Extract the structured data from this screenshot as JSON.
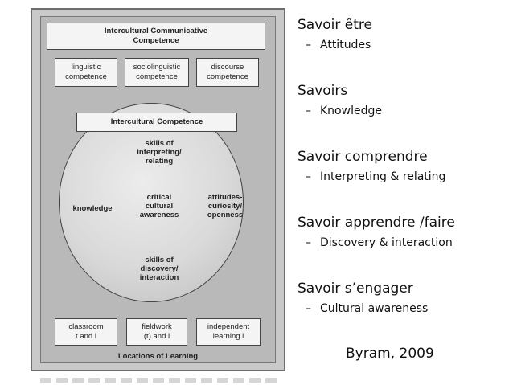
{
  "diagram": {
    "top_box": "Intercultural Communicative\nCompetence",
    "competences": [
      "linguistic\ncompetence",
      "sociolinguistic\ncompetence",
      "discourse\ncompetence"
    ],
    "ic_box": "Intercultural Competence",
    "circle": {
      "interpreting": "skills of\ninterpreting/\nrelating",
      "knowledge": "knowledge",
      "critical": "critical\ncultural\nawareness",
      "attitudes": "attitudes-\ncuriosity/\nopenness",
      "discovery": "skills of\ndiscovery/\ninteraction"
    },
    "locations": [
      "classroom\nt and l",
      "fieldwork\n(t) and l",
      "independent\nlearning l"
    ],
    "locations_label": "Locations of Learning"
  },
  "bullets": [
    {
      "title": "Savoir être",
      "sub": "Attitudes"
    },
    {
      "title": "Savoirs",
      "sub": "Knowledge"
    },
    {
      "title": "Savoir comprendre",
      "sub": "Interpreting & relating"
    },
    {
      "title": "Savoir apprendre /faire",
      "sub": "Discovery & interaction"
    },
    {
      "title": "Savoir s’engager",
      "sub": "Cultural awareness"
    }
  ],
  "dash_symbol": "–",
  "citation": "Byram, 2009"
}
